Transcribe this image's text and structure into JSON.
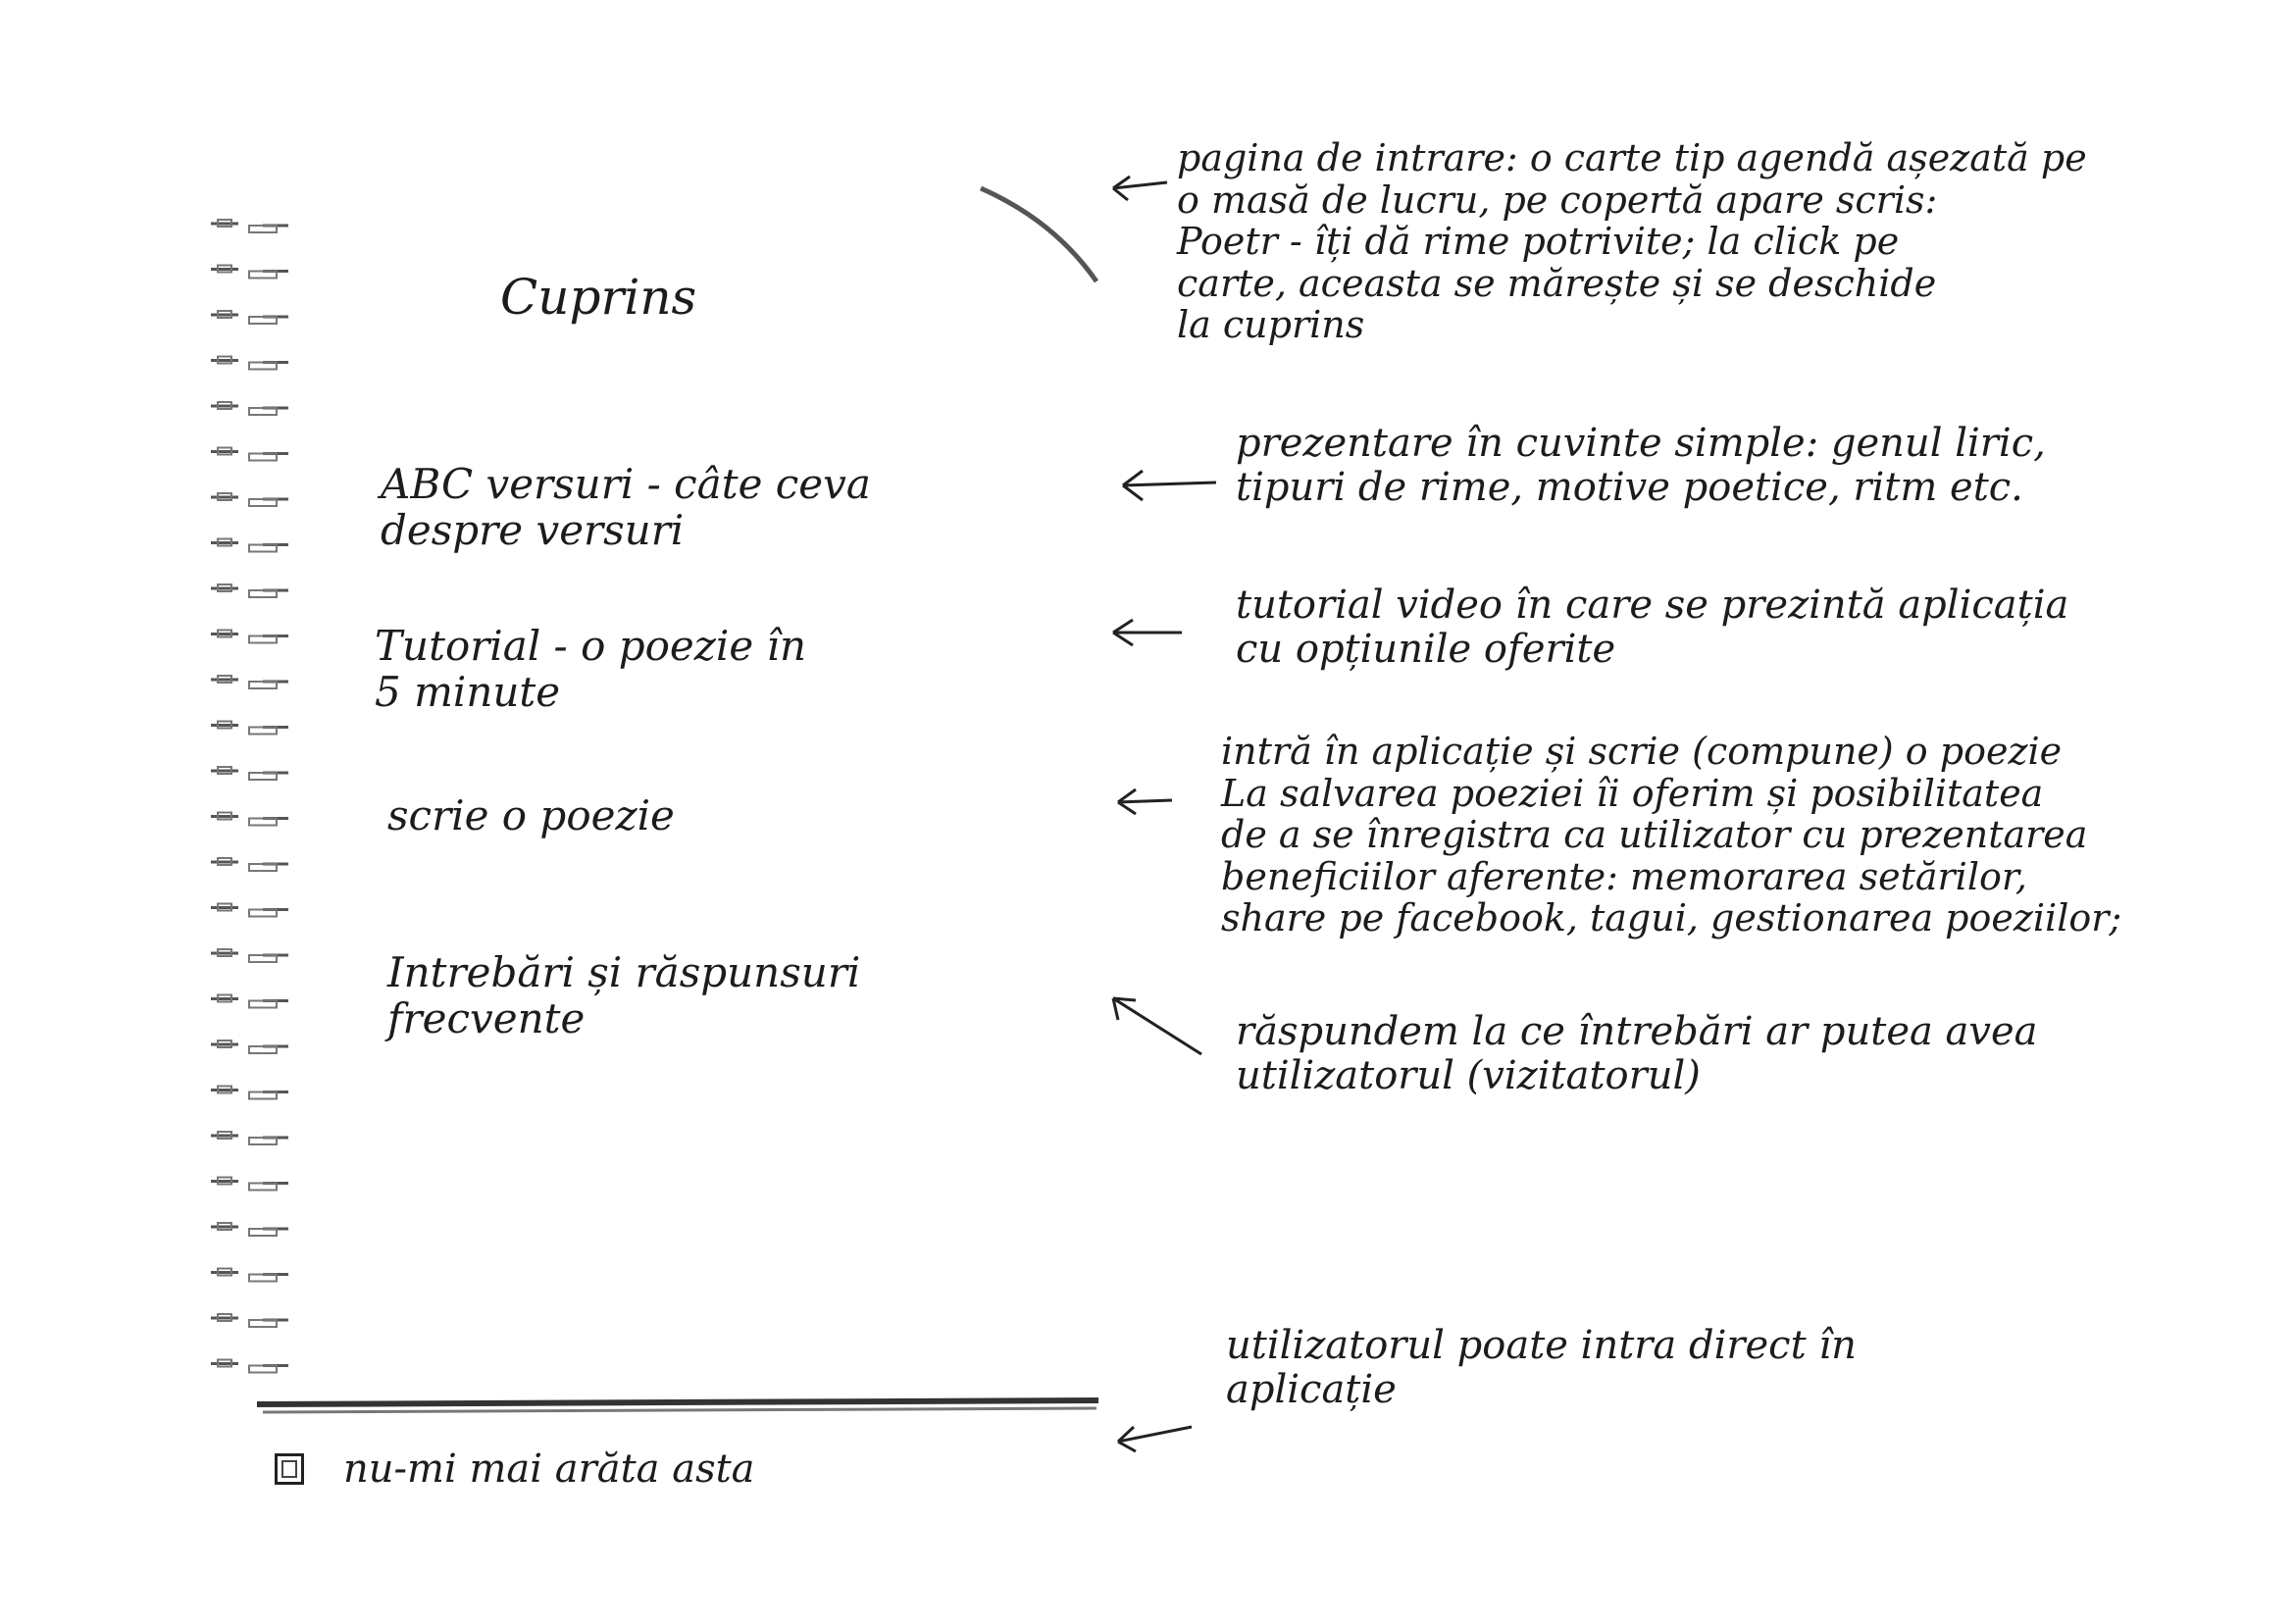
{
  "notebook": {
    "title": "Cuprins",
    "menu": [
      {
        "label": "ABC versuri - câte ceva\ndespre versuri"
      },
      {
        "label": "Tutorial - o poezie în\n5 minute"
      },
      {
        "label": "scrie o poezie"
      },
      {
        "label": "Intrebări și răspunsuri\nfrecvente"
      }
    ],
    "checkbox_label": "nu-mi mai arăta asta"
  },
  "notes": [
    {
      "text": "pagina de intrare: o carte tip agendă așezată pe\no masă de lucru, pe copertă apare scris:\nPoetr - îți dă rime potrivite; la click pe\ncarte, aceasta se mărește și se deschide\nla cuprins"
    },
    {
      "text": "prezentare în cuvinte simple: genul liric,\ntipuri de rime, motive poetice, ritm etc."
    },
    {
      "text": "tutorial video în care se prezintă aplicația\ncu opțiunile oferite"
    },
    {
      "text": "intră în aplicație și scrie (compune) o poezie\nLa salvarea poeziei îi oferim și posibilitatea\nde a se înregistra ca utilizator cu prezentarea\nbeneficiilor aferente: memorarea setărilor,\nshare pe facebook, tagui, gestionarea poeziilor;"
    },
    {
      "text": "răspundem la ce întrebări ar putea avea\nutilizatorul (vizitatorul)"
    },
    {
      "text": "utilizatorul poate intra direct în\naplicație"
    }
  ]
}
